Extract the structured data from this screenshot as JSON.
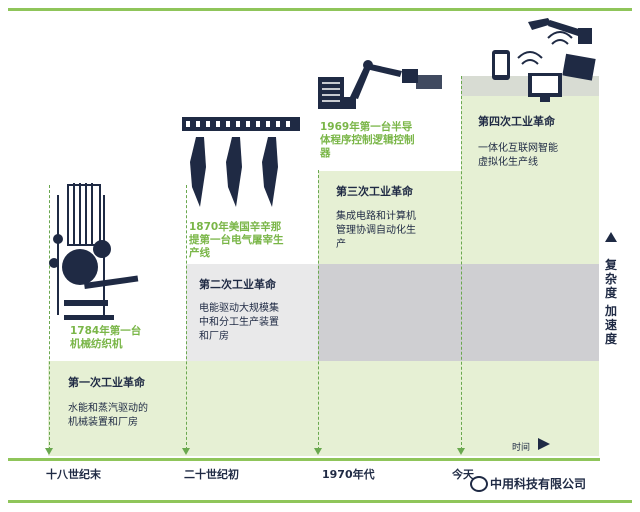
{
  "eras": [
    {
      "title": "第一次工业革命",
      "desc_lines": [
        "水能和蒸汽驱动的",
        "机械装置和厂房"
      ]
    },
    {
      "title": "第二次工业革命",
      "desc_lines": [
        "电能驱动大规模集",
        "中和分工生产装置",
        "和厂房"
      ]
    },
    {
      "title": "第三次工业革命",
      "desc_lines": [
        "集成电路和计算机",
        "管理协调自动化生",
        "产"
      ]
    },
    {
      "title": "第四次工业革命",
      "desc_lines": [
        "一体化互联网智能",
        "虚拟化生产线"
      ]
    }
  ],
  "events": [
    {
      "lines": [
        "1784年第一台",
        "机械纺织机"
      ]
    },
    {
      "lines": [
        "1870年美国辛辛那",
        "提第一台电气屠宰生",
        "产线"
      ]
    },
    {
      "lines": [
        "1969年第一台半导",
        "体程序控制逻辑控制",
        "器"
      ]
    }
  ],
  "timeline": {
    "ticks": [
      "十八世纪末",
      "二十世纪初",
      "1970年代",
      "今天"
    ],
    "time_label": "时间"
  },
  "vertical_axis": {
    "label_chars": [
      "复",
      "杂",
      "度",
      "加",
      "速",
      "度"
    ]
  },
  "watermark": "中用科技有限公司",
  "colors": {
    "green": "#8fc55a",
    "navy": "#1f2a44",
    "event_green": "#7ab648"
  }
}
